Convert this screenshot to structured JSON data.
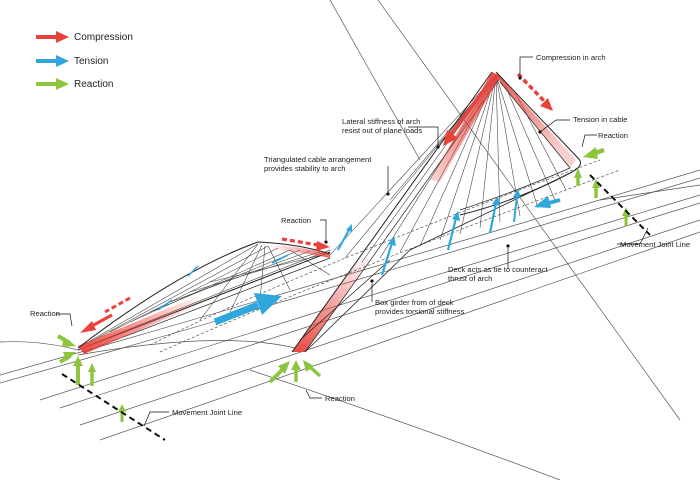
{
  "legend": [
    {
      "label": "Compression",
      "color": "#e8423a"
    },
    {
      "label": "Tension",
      "color": "#2fa6dc"
    },
    {
      "label": "Reaction",
      "color": "#8cc63f"
    }
  ],
  "annotations": {
    "compression_in_arch": "Compression in arch",
    "tension_in_cable": "Tension in cable",
    "reaction_right": "Reaction",
    "lateral_stiffness_1": "Lateral stiffness of arch",
    "lateral_stiffness_2": "resist out of plane loads",
    "triangulated_1": "Triangulated cable arrangement",
    "triangulated_2": "provides stability to arch",
    "reaction_mid": "Reaction",
    "movement_joint_right": "Movement Joint Line",
    "deck_tie_1": "Deck acts as tie to counteract",
    "deck_tie_2": "thrust of arch",
    "box_girder_1": "Box girder from of deck",
    "box_girder_2": "provides torsional stiffness",
    "reaction_left": "Reaction",
    "reaction_bottom": "Reaction",
    "movement_joint_left": "Movement Joint Line"
  },
  "colors": {
    "compression": "#e8423a",
    "tension": "#2fa6dc",
    "reaction": "#8cc63f",
    "line": "#333333"
  }
}
